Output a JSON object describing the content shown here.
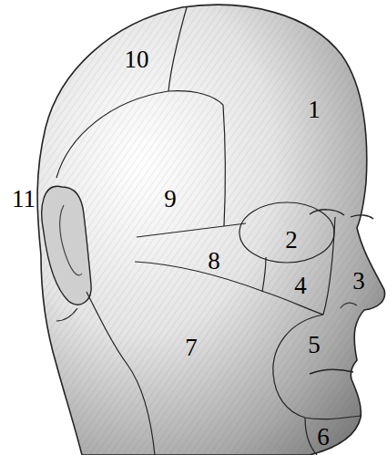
{
  "diagram": {
    "labels": [
      "10",
      "1",
      "11",
      "9",
      "2",
      "8",
      "4",
      "3",
      "5",
      "7",
      "6"
    ]
  }
}
